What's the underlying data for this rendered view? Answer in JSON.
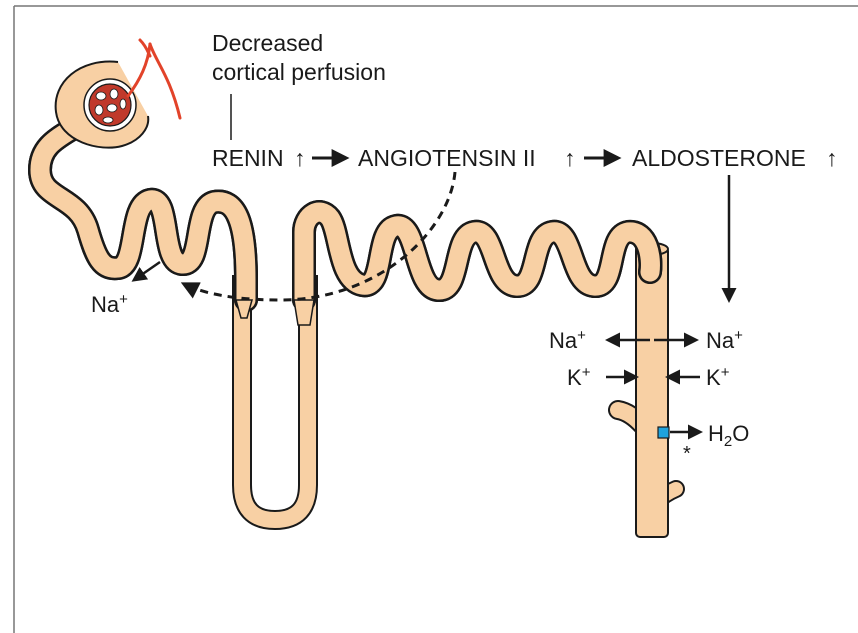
{
  "labels": {
    "trigger_line1": "Decreased",
    "trigger_line2": "cortical perfusion",
    "renin": "RENIN",
    "angiotensin": "ANGIOTENSIN II",
    "aldosterone": "ALDOSTERONE",
    "up_arrow": "↑",
    "na_left": "Na",
    "na_left_sup": "+",
    "na_cd_left": "Na",
    "na_cd_left_sup": "+",
    "na_cd_right": "Na",
    "na_cd_right_sup": "+",
    "k_left": "K",
    "k_left_sup": "+",
    "k_right": "K",
    "k_right_sup": "+",
    "water": "H",
    "water_sub": "2",
    "water_o": "O",
    "asterisk": "*"
  },
  "colors": {
    "tubule_fill": "#f8d0a4",
    "tubule_stroke": "#1a1a1a",
    "vessel_red": "#e2432a",
    "glomerulus_fill": "#c0392b",
    "channel_blue": "#1fa3dd",
    "frame": "#777777"
  }
}
